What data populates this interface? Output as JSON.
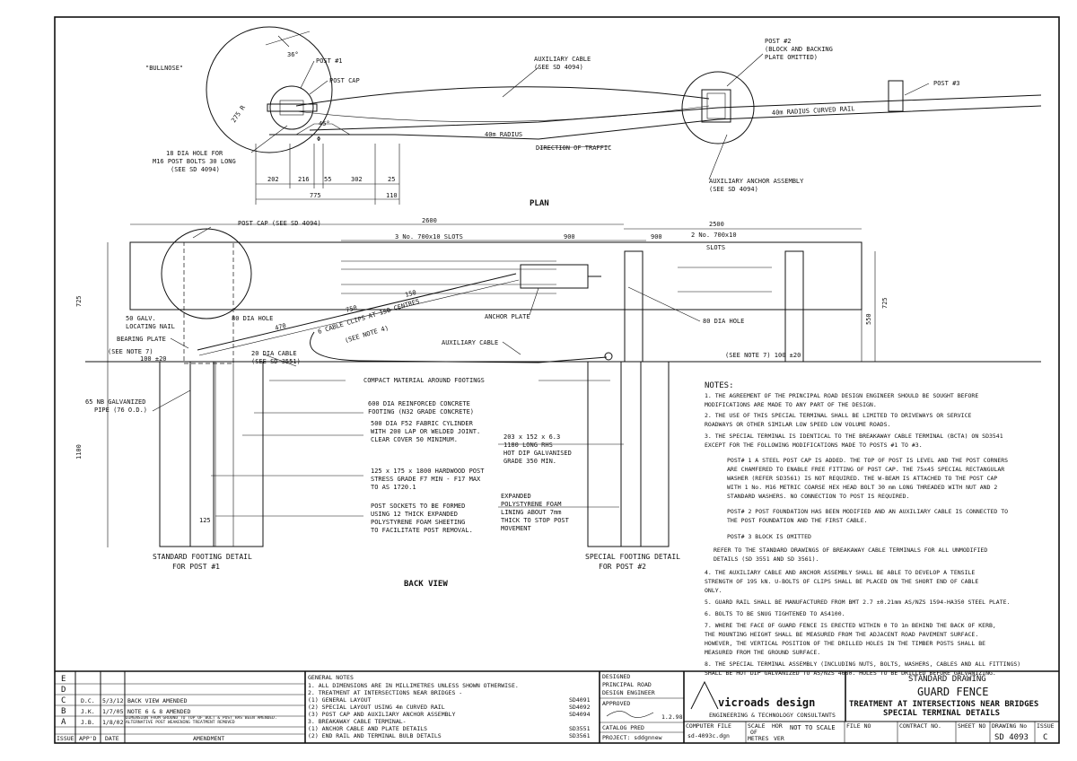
{
  "plan": {
    "title": "PLAN",
    "bullnose": "\"BULLNOSE\"",
    "angle36": "36°",
    "post1": "POST #1",
    "post_cap": "POST CAP",
    "radius275": "275 R",
    "angle45": "45°",
    "phi": "Φ",
    "hole_note": [
      "18 DIA HOLE FOR",
      "M16 POST BOLTS 30 LONG",
      "(SEE SD 4094)"
    ],
    "aux_cable": [
      "AUXILIARY CABLE",
      "(SEE SD 4094)"
    ],
    "post2": [
      "POST #2",
      "(BLOCK AND BACKING",
      "PLATE OMITTED)"
    ],
    "post3": "POST #3",
    "curved_rail": "40m RADIUS CURVED RAIL",
    "radius40": "40m RADIUS",
    "traffic": "DIRECTION OF TRAFFIC",
    "anchor_assembly": [
      "AUXILIARY ANCHOR ASSEMBLY",
      "(SEE SD 4094)"
    ],
    "dims_top": [
      "202",
      "216",
      "55",
      "302",
      "25"
    ],
    "dims_bottom": [
      "775",
      "110"
    ]
  },
  "back": {
    "title": "BACK VIEW",
    "post_cap": "POST CAP (SEE SD 4094)",
    "dim2600": "2600",
    "dim2500": "2500",
    "slots3": "3 No. 700x10 SLOTS",
    "dim900a": "900",
    "dim900b": "900",
    "slots2": [
      "2 No. 700x10",
      "SLOTS"
    ],
    "dim150": "150",
    "dim750": "750",
    "dim470": "470",
    "cable_clips": [
      "6 CABLE CLIPS AT 150 CENTRES",
      "(SEE NOTE 4)"
    ],
    "anchor_plate": "ANCHOR PLATE",
    "aux_cable": "AUXILIARY CABLE",
    "hole80a": "80 DIA HOLE",
    "hole80b": "80 DIA HOLE",
    "galv_nail": [
      "50 GALV.",
      "LOCATING NAIL"
    ],
    "bearing_plate": "BEARING PLATE",
    "see_note7a": [
      "(SEE NOTE 7)",
      "100 ±20"
    ],
    "see_note7b": "(SEE NOTE 7) 100 ±20",
    "cable20": [
      "20 DIA CABLE",
      "(SEE SD 3551)"
    ],
    "dim725a": "725",
    "dim725b": "725",
    "dim550": "550",
    "dim1100": "1100",
    "compact": "COMPACT MATERIAL AROUND FOOTINGS",
    "pipe": [
      "65 NB GALVANIZED",
      "PIPE (76 O.D.)"
    ],
    "footing": [
      "600 DIA REINFORCED CONCRETE",
      "FOOTING (N32 GRADE CONCRETE)"
    ],
    "fabric": [
      "500 DIA F52 FABRIC CYLINDER",
      "WITH 200 LAP OR WELDED JOINT.",
      "CLEAR COVER 50 MINIMUM."
    ],
    "rhs": [
      "203 x 152 x 6.3",
      "1180 LONG RHS",
      "HOT DIP GALVANISED",
      "GRADE 350 MIN."
    ],
    "hardwood": [
      "125 x 175 x 1800 HARDWOOD POST",
      "STRESS GRADE F7 MIN - F17 MAX",
      "TO AS 1720.1"
    ],
    "sockets": [
      "POST SOCKETS TO BE FORMED",
      "USING 12 THICK EXPANDED",
      "POLYSTYRENE FOAM SHEETING",
      "TO FACILITATE POST REMOVAL."
    ],
    "foam": [
      "EXPANDED",
      "POLYSTYRENE FOAM",
      "LINING ABOUT 7mm",
      "THICK TO STOP POST",
      "MOVEMENT"
    ],
    "dim125": "125",
    "footing1": [
      "STANDARD FOOTING DETAIL",
      "FOR POST #1"
    ],
    "footing2": [
      "SPECIAL FOOTING DETAIL",
      "FOR POST #2"
    ]
  },
  "notes": {
    "heading": "NOTES:",
    "lines": [
      "1. THE AGREEMENT OF THE PRINCIPAL ROAD DESIGN ENGINEER SHOULD BE SOUGHT BEFORE",
      "   MODIFICATIONS ARE MADE TO ANY PART OF THE DESIGN.",
      "2. THE USE OF THIS SPECIAL TERMINAL SHALL BE LIMITED TO DRIVEWAYS OR SERVICE",
      "   ROADWAYS OR OTHER SIMILAR LOW SPEED LOW VOLUME ROADS.",
      "3. THE SPECIAL TERMINAL IS IDENTICAL TO THE BREAKAWAY CABLE TERMINAL (BCTA) ON SD3541",
      "   EXCEPT FOR THE FOLLOWING MODIFICATIONS MADE TO POSTS #1 TO #3.",
      "POST# 1    A STEEL POST CAP IS ADDED. THE TOP OF POST IS LEVEL AND THE POST CORNERS",
      "           ARE CHAMFERED TO ENABLE FREE FITTING OF POST CAP. THE 75x45 SPECIAL RECTANGULAR",
      "           WASHER (REFER SD3561) IS NOT REQUIRED. THE W-BEAM IS ATTACHED TO THE POST CAP",
      "           WITH 1 No. M16 METRIC COARSE HEX HEAD BOLT 30 mm LONG THREADED WITH NUT AND 2",
      "           STANDARD WASHERS. NO CONNECTION TO POST IS REQUIRED.",
      "POST# 2    POST FOUNDATION HAS BEEN MODIFIED AND AN AUXILIARY CABLE IS CONNECTED TO",
      "           THE POST FOUNDATION AND THE FIRST CABLE.",
      "POST# 3    BLOCK IS OMITTED",
      "REFER TO THE STANDARD DRAWINGS OF BREAKAWAY CABLE TERMINALS FOR ALL UNMODIFIED",
      "DETAILS (SD 3551 AND SD 3561).",
      "4. THE AUXILIARY CABLE AND ANCHOR ASSEMBLY SHALL BE ABLE TO DEVELOP A TENSILE",
      "   STRENGTH OF 195 kN. U-BOLTS OF CLIPS SHALL BE PLACED ON THE SHORT END OF CABLE",
      "   ONLY.",
      "5. GUARD RAIL SHALL BE MANUFACTURED FROM BMT 2.7 ±0.21mm AS/NZS 1594-HA350 STEEL PLATE.",
      "6. BOLTS TO BE SNUG TIGHTENED TO AS4100.",
      "7. WHERE THE FACE OF GUARD FENCE IS ERECTED WITHIN 0 TO 1m BEHIND THE BACK OF KERB,",
      "   THE MOUNTING HEIGHT SHALL BE MEASURED FROM THE ADJACENT ROAD PAVEMENT SURFACE.",
      "   HOWEVER, THE VERTICAL POSITION OF THE DRILLED HOLES IN THE TIMBER POSTS SHALL BE",
      "   MEASURED FROM THE GROUND SURFACE.",
      "8. THE SPECIAL TERMINAL ASSEMBLY (INCLUDING NUTS, BOLTS, WASHERS, CABLES AND ALL FITTINGS)",
      "   SHALL BE HOT DIP GALVANIZED TO AS/NZS 4680. HOLES TO BE DRILLED BEFORE GALVANIZING."
    ]
  },
  "title_block": {
    "revisions": [
      {
        "issue": "E",
        "appd": "",
        "date": "",
        "amendment": ""
      },
      {
        "issue": "D",
        "appd": "",
        "date": "",
        "amendment": ""
      },
      {
        "issue": "C",
        "appd": "D.C.",
        "date": "5/3/12",
        "amendment": "BACK VIEW AMENDED"
      },
      {
        "issue": "B",
        "appd": "J.K.",
        "date": "1/7/05",
        "amendment": "NOTE 6 & 8 AMENDED"
      },
      {
        "issue": "A",
        "appd": "J.B.",
        "date": "1/8/02",
        "amendment": "DIMENSION FROM GROUND TO TOP OF BOLT & POST HAS BEEN AMENDED. ALTERNATIVE POST WEAKENING TREATMENT REMOVED"
      }
    ],
    "rev_header": [
      "ISSUE",
      "APP'D",
      "DATE",
      "AMENDMENT"
    ],
    "general_notes": [
      {
        "text": "GENERAL NOTES",
        "ref": ""
      },
      {
        "text": "1. ALL DIMENSIONS ARE IN MILLIMETRES UNLESS SHOWN OTHERWISE.",
        "ref": ""
      },
      {
        "text": "2. TREATMENT AT INTERSECTIONS NEAR BRIDGES -",
        "ref": ""
      },
      {
        "text": "   (1) GENERAL LAYOUT",
        "ref": "SD4091"
      },
      {
        "text": "   (2) SPECIAL LAYOUT USING 4m CURVED RAIL",
        "ref": "SD4092"
      },
      {
        "text": "   (3) POST CAP AND AUXILIARY ANCHOR ASSEMBLY",
        "ref": "SD4094"
      },
      {
        "text": "3. BREAKAWAY CABLE TERMINAL-",
        "ref": ""
      },
      {
        "text": "   (1) ANCHOR CABLE AND PLATE DETAILS",
        "ref": "SD3551"
      },
      {
        "text": "   (2) END RAIL AND TERMINAL BULB DETAILS",
        "ref": "SD3561"
      }
    ],
    "designed_label": "DESIGNED",
    "designed": [
      "PRINCIPAL ROAD",
      "DESIGN ENGINEER"
    ],
    "approved_label": "APPROVED",
    "approved_date": "1.2.98",
    "catalog_label": "CATALOG PRED",
    "project": "PROJECT: sddgnnew",
    "logo": "vicroads design",
    "logo_sub": "ENGINEERING & TECHNOLOGY CONSULTANTS",
    "computer_file_label": "COMPUTER FILE",
    "computer_file": "sd-4093c.dgn",
    "scale_label": [
      "SCALE",
      "OF",
      "METRES"
    ],
    "scale_hor": "HOR",
    "scale_ver": "VER",
    "scale_value": "NOT TO SCALE",
    "file_no": "FILE NO",
    "contract_no": "CONTRACT NO.",
    "sheet_no": "SHEET NO",
    "drawing_no_label": "DRAWING No",
    "issue_label": "ISSUE",
    "drawing_no": "SD 4093",
    "issue": "C",
    "std_drawing": "STANDARD DRAWING",
    "title1": "GUARD FENCE",
    "title2": "TREATMENT AT INTERSECTIONS NEAR BRIDGES",
    "title3": "SPECIAL TERMINAL DETAILS"
  }
}
